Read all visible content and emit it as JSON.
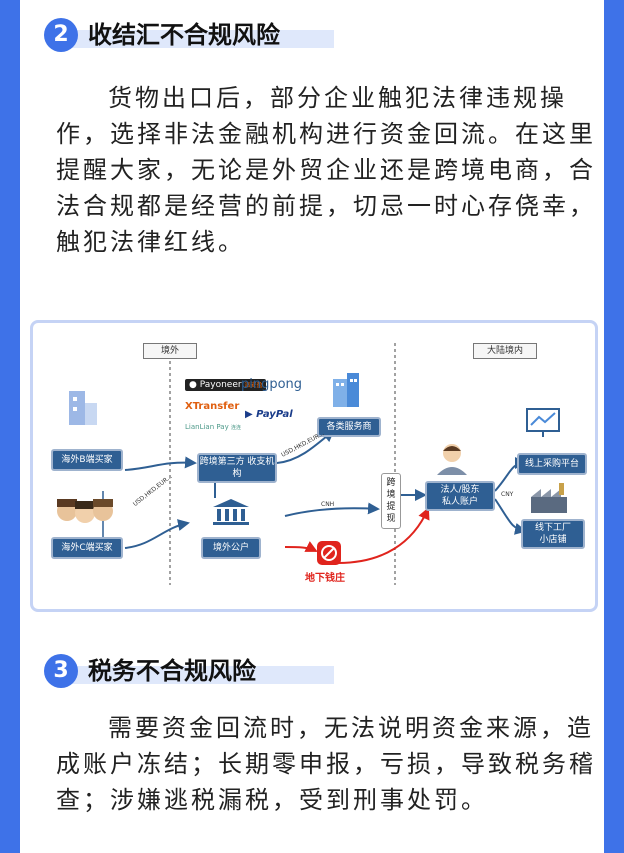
{
  "section2": {
    "number": "2",
    "title": "收结汇不合规风险",
    "paragraph": "货物出口后，部分企业触犯法律违规操作，选择非法金融机构进行资金回流。在这里提醒大家，无论是外贸企业还是跨境电商，合法合规都是经营的前提，切忌一时心存侥幸，触犯法律红线。"
  },
  "diagram": {
    "region_overseas": "境外",
    "region_mainland": "大陆境内",
    "buyer_b": "海外B端买家",
    "buyer_c": "海外C端买家",
    "third_party": "跨境第三方\n收支机构",
    "overseas_account": "境外公户",
    "service_providers": "各类服务商",
    "underground_bank": "地下钱庄",
    "cross_border_withdraw": "跨\n境\n提\n现",
    "legal_person": "法人/股东\n私人账户",
    "online_platform": "线上采购平台",
    "factory": "线下工厂\n小店铺",
    "currency_usd_1": "USD,HKD,EUR...",
    "currency_usd_2": "USD,HKD,EUR...",
    "currency_cnh": "CNH",
    "currency_cny": "CNY",
    "logo_payoneer": "Payoneer",
    "logo_payoneer_tag": "派安盈",
    "logo_pingpong": "pingpong",
    "logo_xtransfer": "XTransfer",
    "logo_paypal": "PayPal",
    "logo_lianlian": "LianLian Pay",
    "logo_lianlian_tag": "连连",
    "colors": {
      "box": "#2f5f93",
      "arrow": "#2f5f93",
      "red": "#e0241d",
      "accent": "#3e72e8"
    }
  },
  "section3": {
    "number": "3",
    "title": "税务不合规风险",
    "paragraph": "需要资金回流时，无法说明资金来源，造成账户冻结；长期零申报，亏损，导致税务稽查；涉嫌逃税漏税，受到刑事处罚。"
  }
}
